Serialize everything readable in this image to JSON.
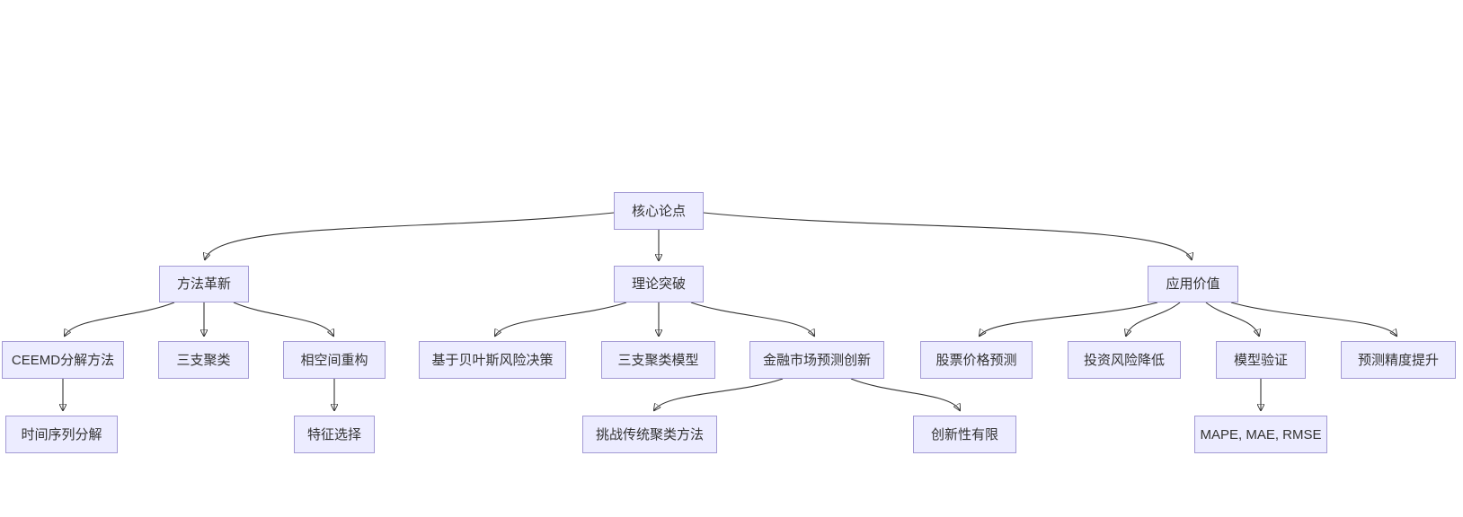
{
  "diagram": {
    "type": "flowchart-tree",
    "direction": "top-down",
    "colors": {
      "background": "#ffffff",
      "node_fill": "#ececff",
      "node_border": "#a39ad4",
      "edge": "#333333",
      "text": "#333333"
    },
    "nodes": {
      "core": {
        "label": "核心论点"
      },
      "method": {
        "label": "方法革新"
      },
      "theory": {
        "label": "理论突破"
      },
      "application": {
        "label": "应用价值"
      },
      "ceemd": {
        "label": "CEEMD分解方法"
      },
      "three_way_clustering": {
        "label": "三支聚类"
      },
      "phase_space": {
        "label": "相空间重构"
      },
      "bayes_risk": {
        "label": "基于贝叶斯风险决策"
      },
      "three_way_model": {
        "label": "三支聚类模型"
      },
      "financial_innovation": {
        "label": "金融市场预测创新"
      },
      "stock_prediction": {
        "label": "股票价格预测"
      },
      "investment_risk": {
        "label": "投资风险降低"
      },
      "model_validation": {
        "label": "模型验证"
      },
      "forecast_precision": {
        "label": "预测精度提升"
      },
      "time_series_decomposition": {
        "label": "时间序列分解"
      },
      "feature_selection": {
        "label": "特征选择"
      },
      "challenge_traditional": {
        "label": "挑战传统聚类方法"
      },
      "limited_novelty": {
        "label": "创新性有限"
      },
      "metrics": {
        "label": "MAPE, MAE, RMSE"
      }
    },
    "edges": [
      {
        "from": "core",
        "to": "method"
      },
      {
        "from": "core",
        "to": "theory"
      },
      {
        "from": "core",
        "to": "application"
      },
      {
        "from": "method",
        "to": "ceemd"
      },
      {
        "from": "method",
        "to": "three_way_clustering"
      },
      {
        "from": "method",
        "to": "phase_space"
      },
      {
        "from": "theory",
        "to": "bayes_risk"
      },
      {
        "from": "theory",
        "to": "three_way_model"
      },
      {
        "from": "theory",
        "to": "financial_innovation"
      },
      {
        "from": "application",
        "to": "stock_prediction"
      },
      {
        "from": "application",
        "to": "investment_risk"
      },
      {
        "from": "application",
        "to": "model_validation"
      },
      {
        "from": "application",
        "to": "forecast_precision"
      },
      {
        "from": "ceemd",
        "to": "time_series_decomposition"
      },
      {
        "from": "phase_space",
        "to": "feature_selection"
      },
      {
        "from": "financial_innovation",
        "to": "challenge_traditional"
      },
      {
        "from": "financial_innovation",
        "to": "limited_novelty"
      },
      {
        "from": "model_validation",
        "to": "metrics"
      }
    ]
  }
}
